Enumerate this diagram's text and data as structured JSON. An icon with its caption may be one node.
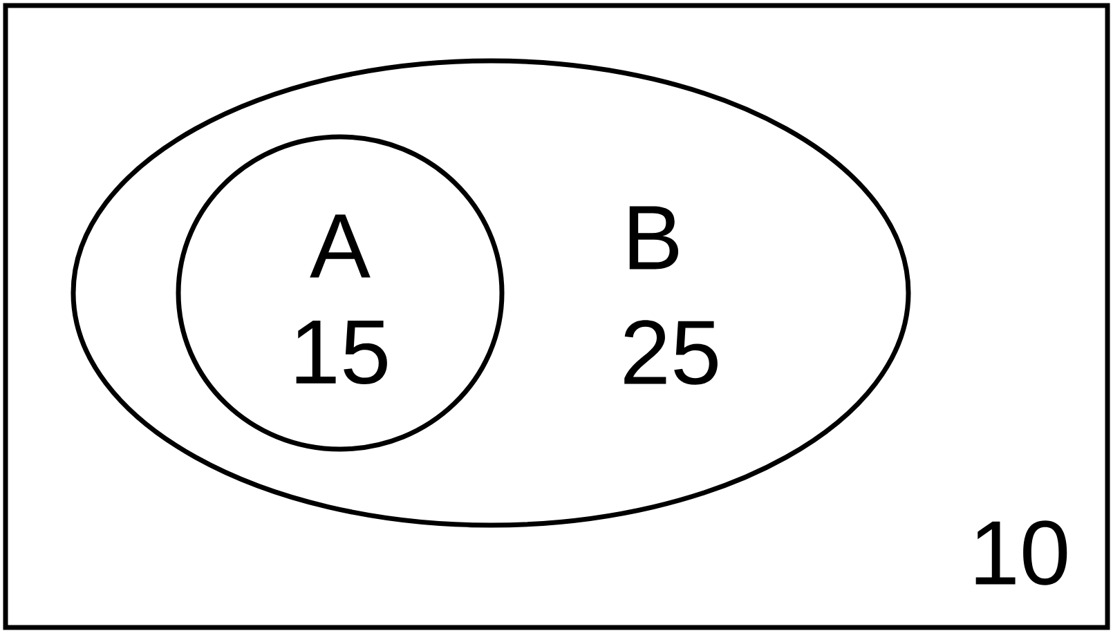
{
  "diagram": {
    "nodes": [
      {
        "text": [
          "10"
        ]
      },
      {
        "text": [
          "B",
          "25"
        ],
        "in": 0
      },
      {
        "text": [
          "A",
          "15"
        ],
        "in": 1
      }
    ]
  }
}
